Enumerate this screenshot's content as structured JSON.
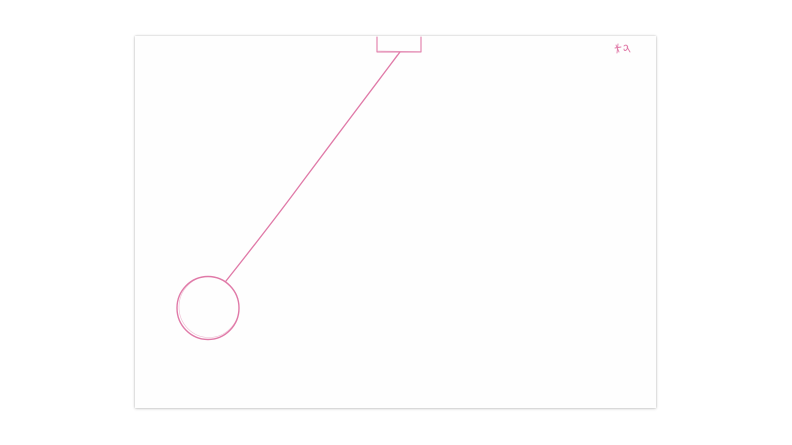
{
  "canvas": {
    "stroke_color": "#e07aa8"
  },
  "sketch": {
    "elements": [
      "pivot-box",
      "pendulum-string",
      "pendulum-bob",
      "corner-mark"
    ]
  }
}
